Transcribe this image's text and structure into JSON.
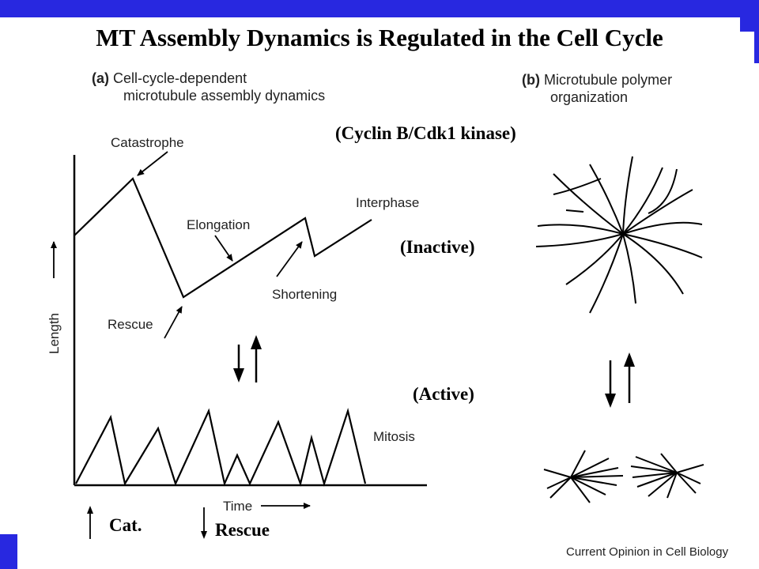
{
  "title": "MT Assembly Dynamics is Regulated in the Cell Cycle",
  "panel_a": {
    "letter": "(a)",
    "line1": "Cell-cycle-dependent",
    "line2": "microtubule assembly dynamics"
  },
  "panel_b": {
    "letter": "(b)",
    "line1": "Microtubule polymer",
    "line2": "organization"
  },
  "labels": {
    "cyclin": "(Cyclin B/Cdk1 kinase)",
    "inactive": "(Inactive)",
    "active": "(Active)",
    "catastrophe": "Catastrophe",
    "elongation": "Elongation",
    "interphase": "Interphase",
    "shortening": "Shortening",
    "rescue": "Rescue",
    "mitosis": "Mitosis",
    "length_axis": "Length",
    "time_axis": "Time",
    "legend_cat": "Cat.",
    "legend_rescue": "Rescue"
  },
  "credit": "Current Opinion in Cell Biology",
  "colors": {
    "accent": "#2828e0",
    "ink": "#000000"
  }
}
